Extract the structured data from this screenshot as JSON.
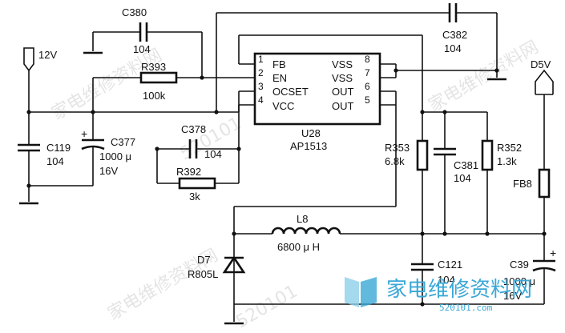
{
  "ic": {
    "ref": "U28",
    "part": "AP1513",
    "pins": [
      {
        "num": "1",
        "name": "FB"
      },
      {
        "num": "2",
        "name": "EN"
      },
      {
        "num": "3",
        "name": "OCSET"
      },
      {
        "num": "4",
        "name": "VCC"
      },
      {
        "num": "8",
        "name": "VSS"
      },
      {
        "num": "7",
        "name": "VSS"
      },
      {
        "num": "6",
        "name": "OUT"
      },
      {
        "num": "5",
        "name": "OUT"
      }
    ]
  },
  "ports": {
    "input": "12V",
    "output": "D5V"
  },
  "components": {
    "c380": {
      "ref": "C380",
      "value": "104"
    },
    "c382": {
      "ref": "C382",
      "value": "104"
    },
    "r393": {
      "ref": "R393",
      "value": "100k"
    },
    "c119": {
      "ref": "C119",
      "value": "104"
    },
    "c377": {
      "ref": "C377",
      "value": "1000 μ",
      "voltage": "16V"
    },
    "c378": {
      "ref": "C378",
      "value": "104"
    },
    "r392": {
      "ref": "R392",
      "value": "3k"
    },
    "r353": {
      "ref": "R353",
      "value": "6.8k"
    },
    "c381": {
      "ref": "C381",
      "value": "104"
    },
    "r352": {
      "ref": "R352",
      "value": "1.3k"
    },
    "fb8": {
      "ref": "FB8"
    },
    "l8": {
      "ref": "L8",
      "value": "6800 μ H"
    },
    "d7": {
      "ref": "D7",
      "value": "R805L"
    },
    "c121": {
      "ref": "C121",
      "value": "104"
    },
    "c39": {
      "ref": "C39",
      "value": "1000 μ",
      "voltage": "16V"
    }
  },
  "watermark": {
    "text_a": "家电维修资料网",
    "text_b": "520101",
    "logo_text": "家电维修资料网",
    "logo_url": "520101.com"
  }
}
